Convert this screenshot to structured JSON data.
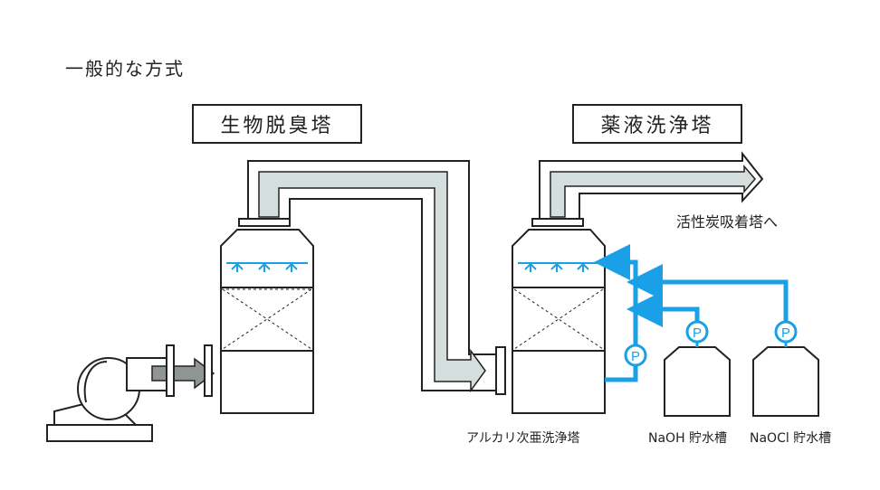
{
  "heading": "一般的な方式",
  "labels": {
    "bio_tower": "生物脱臭塔",
    "chem_tower": "薬液洗浄塔",
    "to_carbon": "活性炭吸着塔へ",
    "alkali_tower": "アルカリ次亜洗浄塔",
    "naoh_tank": "NaOH 貯水槽",
    "naocl_tank": "NaOCl 貯水槽"
  },
  "pump_symbol": "P",
  "colors": {
    "line": "#222222",
    "duct_fill": "#d4dedc",
    "arrow_fill": "#9aa0a0",
    "chemical": "#1aa0e6"
  }
}
